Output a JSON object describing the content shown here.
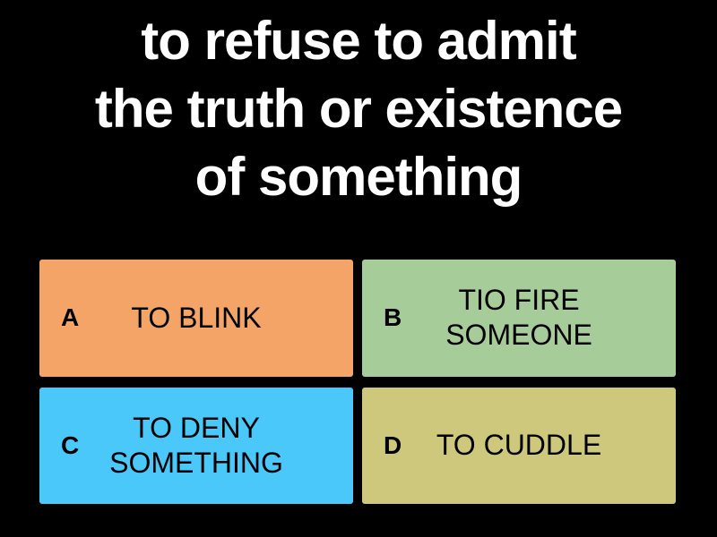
{
  "app": {
    "background": "#000000"
  },
  "question": {
    "text": "to refuse to admit the truth or existence of something",
    "lines": {
      "0": "to refuse to admit",
      "1": "the truth or existence",
      "2": "of something"
    },
    "text_color": "#ffffff"
  },
  "answers": {
    "0": {
      "letter": "A",
      "text": "TO BLINK",
      "bg": "#f4a467"
    },
    "1": {
      "letter": "B",
      "text": "TIO FIRE SOMEONE",
      "bg": "#a6cd99"
    },
    "2": {
      "letter": "C",
      "text": "TO DENY SOMETHING",
      "bg": "#4ac8fa"
    },
    "3": {
      "letter": "D",
      "text": "TO CUDDLE",
      "bg": "#cec87d"
    }
  },
  "answer_text_color": "#000000"
}
